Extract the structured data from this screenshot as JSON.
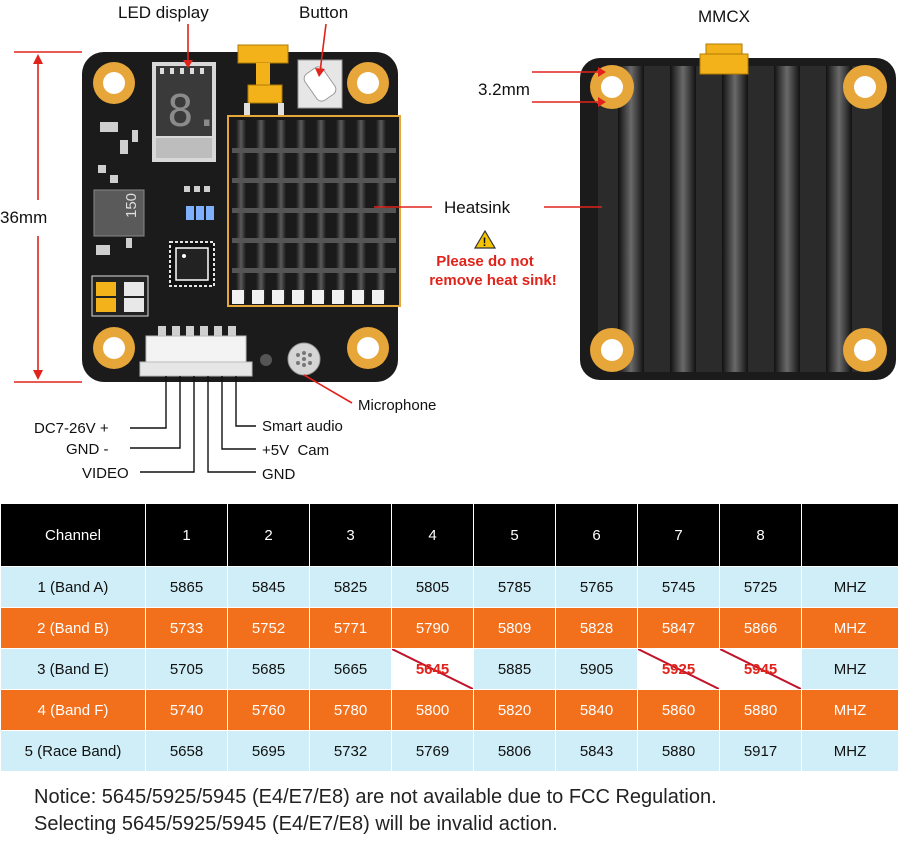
{
  "diagram": {
    "labels": {
      "led_display": "LED display",
      "button": "Button",
      "mmcx": "MMCX",
      "width_36mm": "36mm",
      "hole_3_2mm": "3.2mm",
      "heatsink": "Heatsink",
      "warning_line1": "Please do not",
      "warning_line2": "remove heat sink!",
      "microphone": "Microphone",
      "dc_in": "DC7-26V +",
      "gnd_left": "GND -",
      "video": "VIDEO",
      "smart_audio": "Smart audio",
      "cam_5v": "+5V  Cam",
      "gnd_right": "GND",
      "inductor_code": "150",
      "led_digit": "8."
    },
    "colors": {
      "pcb": "#1b1b1b",
      "gold": "#e7a63a",
      "connector": "#f3b21a",
      "red_line": "#e0231b",
      "heatsink_back": "#2b2b2b"
    }
  },
  "table": {
    "header": [
      "Channel",
      "1",
      "2",
      "3",
      "4",
      "5",
      "6",
      "7",
      "8",
      ""
    ],
    "rows": [
      {
        "band": "1 (Band A)",
        "values": [
          "5865",
          "5845",
          "5825",
          "5805",
          "5785",
          "5765",
          "5745",
          "5725"
        ],
        "unit": "MHZ"
      },
      {
        "band": "2 (Band B)",
        "values": [
          "5733",
          "5752",
          "5771",
          "5790",
          "5809",
          "5828",
          "5847",
          "5866"
        ],
        "unit": "MHZ"
      },
      {
        "band": "3 (Band E)",
        "values": [
          "5705",
          "5685",
          "5665",
          "5645",
          "5885",
          "5905",
          "5925",
          "5945"
        ],
        "unit": "MHZ"
      },
      {
        "band": "4 (Band F)",
        "values": [
          "5740",
          "5760",
          "5780",
          "5800",
          "5820",
          "5840",
          "5860",
          "5880"
        ],
        "unit": "MHZ"
      },
      {
        "band": "5 (Race Band)",
        "values": [
          "5658",
          "5695",
          "5732",
          "5769",
          "5806",
          "5843",
          "5880",
          "5917"
        ],
        "unit": "MHZ"
      }
    ],
    "colors": {
      "header_bg": "#000000",
      "light_row": "#cfeef7",
      "orange_row": "#f26f1b",
      "blocked_text": "#e0231b"
    }
  },
  "notice": {
    "line1": "Notice: 5645/5925/5945 (E4/E7/E8) are not available due to FCC Regulation.",
    "line2": "Selecting 5645/5925/5945 (E4/E7/E8) will be invalid action."
  }
}
